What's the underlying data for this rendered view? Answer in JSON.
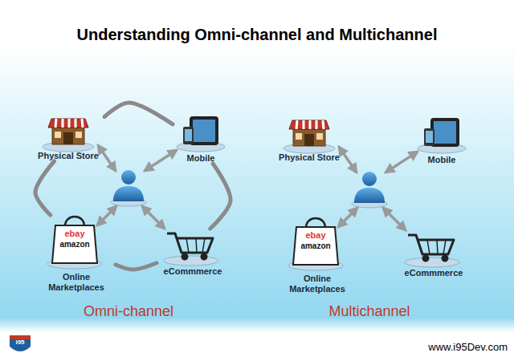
{
  "diagram": {
    "title": "Understanding Omni-channel and Multichannel",
    "nodes": [
      {
        "text": [
          "Physical Store"
        ]
      },
      {
        "text": [
          "Mobile"
        ]
      },
      {
        "text": [
          "Online Marketplaces"
        ]
      },
      {
        "text": [
          "eCommmerce"
        ]
      },
      {
        "text": [
          "Physical Store"
        ]
      },
      {
        "text": [
          "Mobile"
        ]
      },
      {
        "text": [
          "Online Marketplaces"
        ]
      },
      {
        "text": [
          "eCommmerce"
        ]
      }
    ],
    "edges": [
      {
        "from": 0,
        "to": 1,
        "arrow": "none"
      },
      {
        "from": 1,
        "to": 3,
        "arrow": "none"
      },
      {
        "from": 3,
        "to": 2,
        "arrow": "none"
      },
      {
        "from": 2,
        "to": 0,
        "arrow": "none"
      }
    ],
    "labels": [
      "Omni-channel",
      "Multichannel",
      "ebay",
      "amazon",
      "ebay",
      "amazon",
      "www.i95Dev.com",
      "i95"
    ]
  }
}
